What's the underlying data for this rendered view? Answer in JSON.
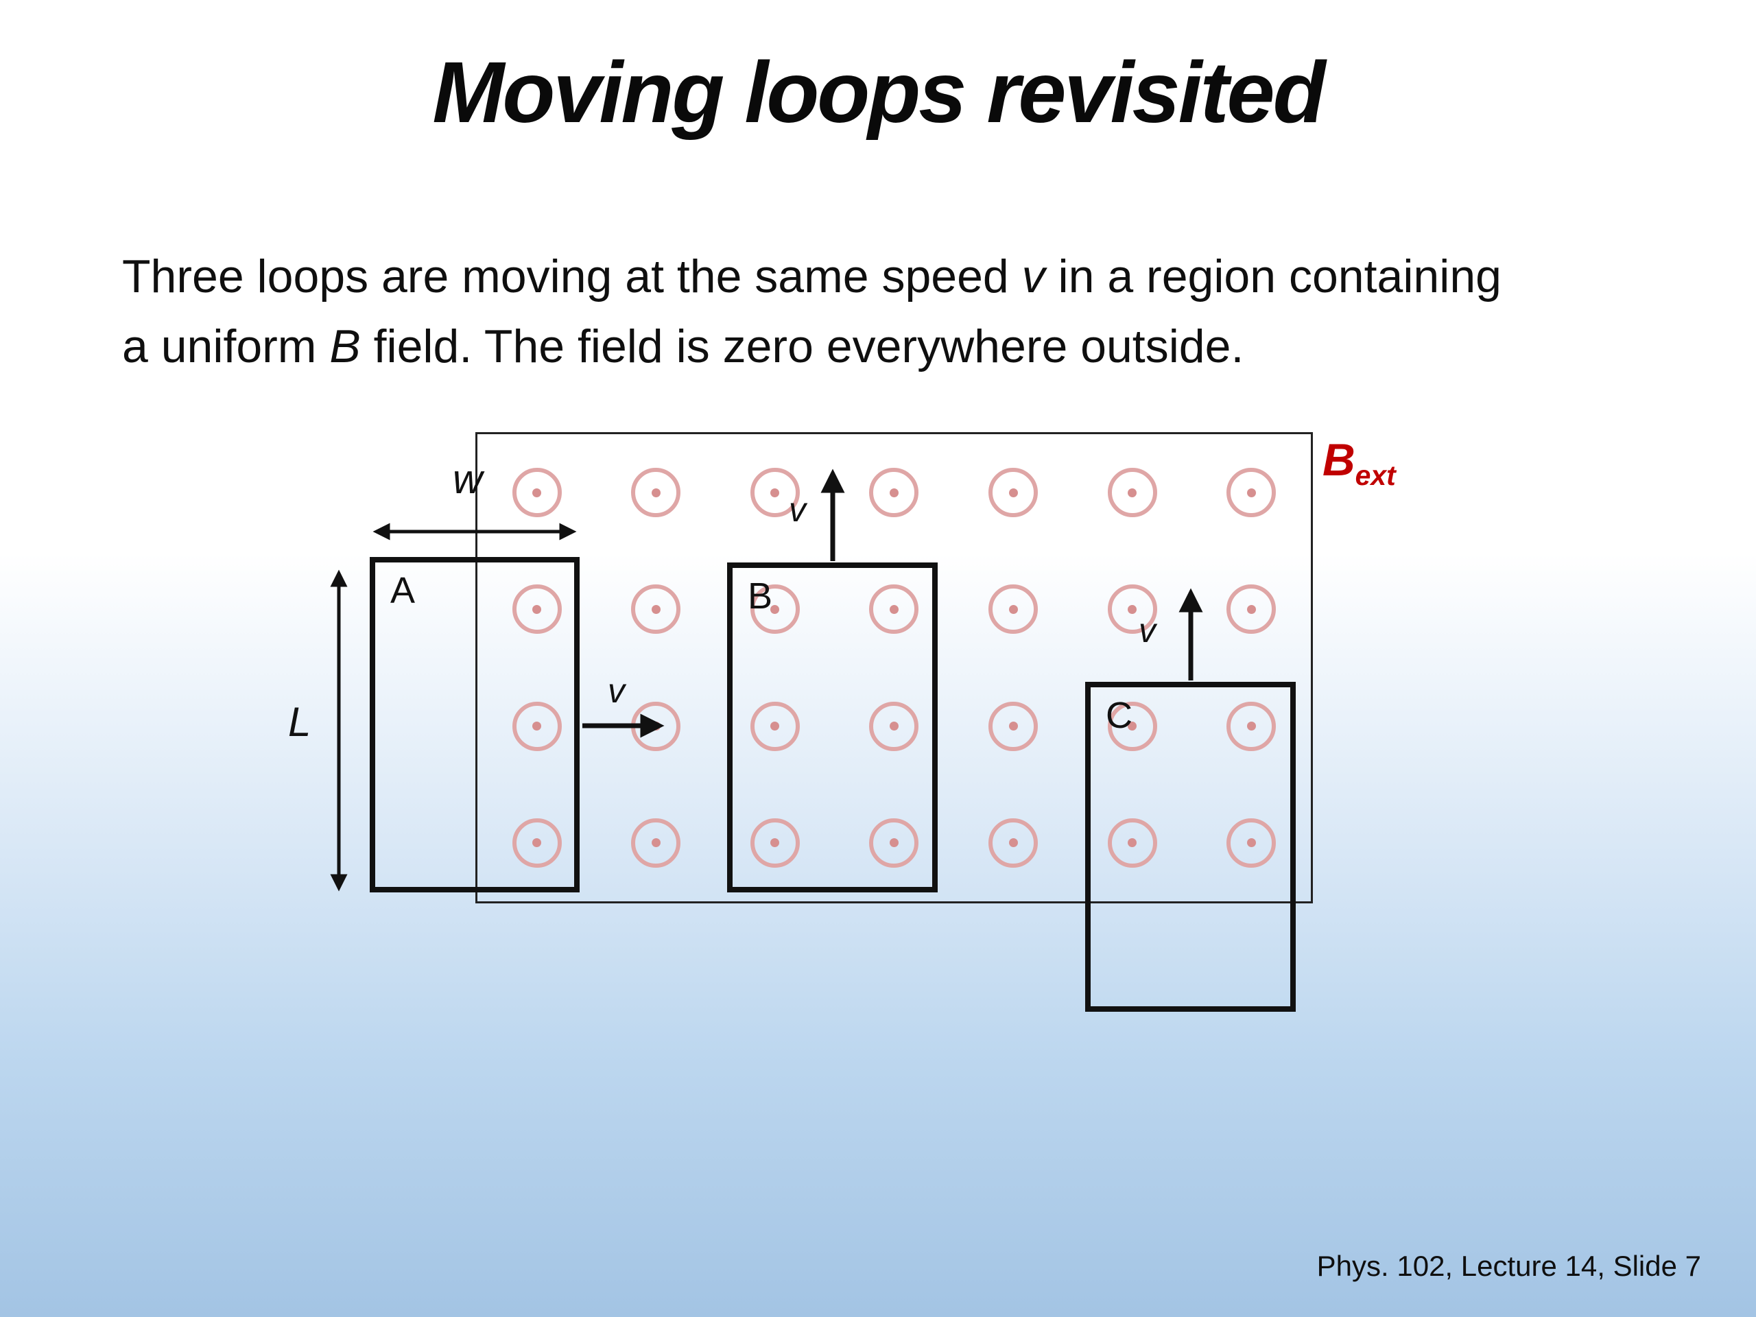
{
  "title": "Moving loops revisited",
  "statement": {
    "l1a": "Three loops are moving at the same speed ",
    "l1v": "v",
    "l1b": " in a region containing",
    "l2a": "a uniform ",
    "l2b": "B",
    "l2c": " field. The field is zero everywhere outside."
  },
  "diagram": {
    "field_label_base": "B",
    "field_label_sub": "ext",
    "field_grid": {
      "rows": 4,
      "cols": 7,
      "symbol": "field-out-of-page"
    },
    "loops": [
      {
        "label": "A",
        "velocity": "v",
        "direction": "right"
      },
      {
        "label": "B",
        "velocity": "v",
        "direction": "up"
      },
      {
        "label": "C",
        "velocity": "v",
        "direction": "up"
      }
    ],
    "width_label": "w",
    "length_label": "L",
    "colors": {
      "field_symbol": "#dfa6a6",
      "field_label_red": "#c00000",
      "loop_border": "#111111"
    }
  },
  "footer": "Phys. 102, Lecture 14, Slide 7"
}
